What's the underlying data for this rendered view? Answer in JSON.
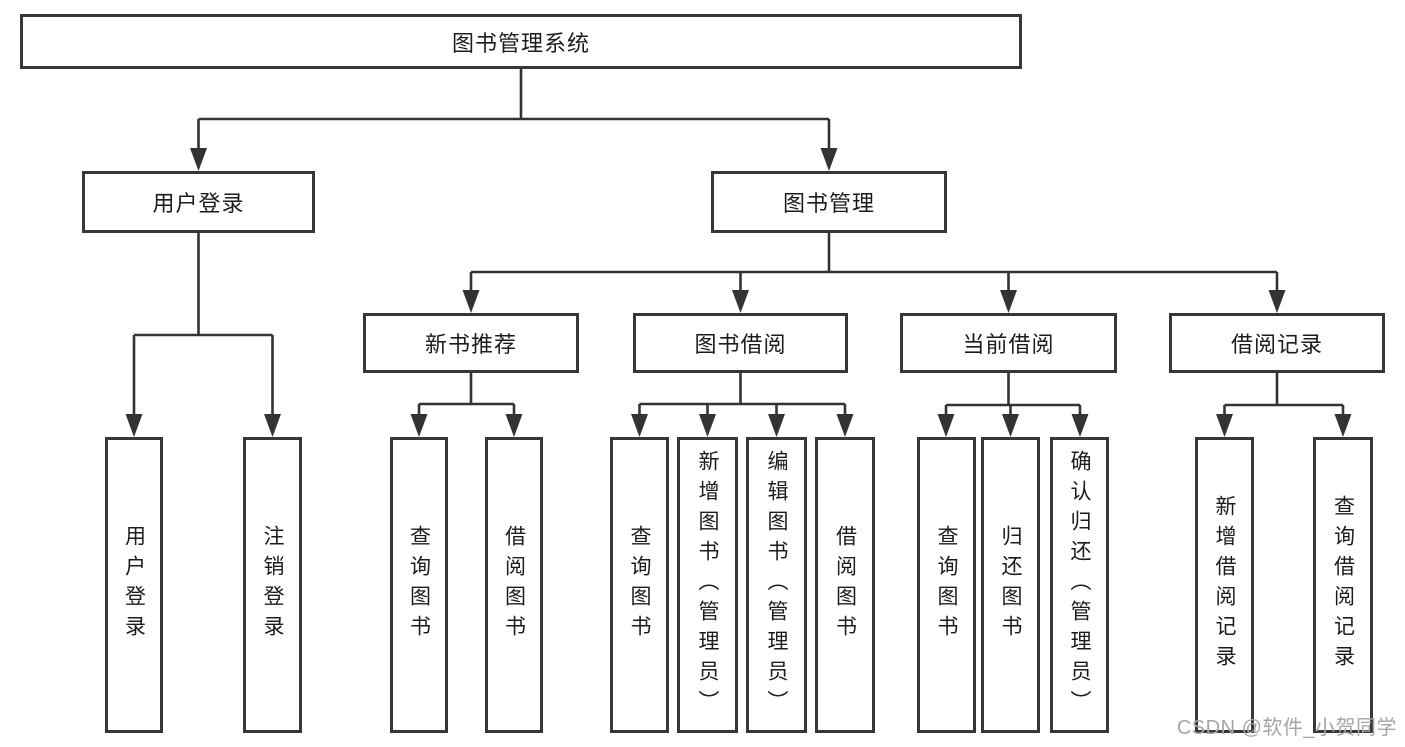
{
  "diagram": {
    "root": {
      "label": "图书管理系统"
    },
    "userLogin": {
      "label": "用户登录",
      "leaves": [
        "用户登录",
        "注销登录"
      ]
    },
    "bookManagement": {
      "label": "图书管理",
      "sections": [
        {
          "label": "新书推荐",
          "leaves": [
            "查询图书",
            "借阅图书"
          ]
        },
        {
          "label": "图书借阅",
          "leaves": [
            "查询图书",
            "新增图书（管理员）",
            "编辑图书（管理员）",
            "借阅图书"
          ]
        },
        {
          "label": "当前借阅",
          "leaves": [
            "查询图书",
            "归还图书",
            "确认归还（管理员）"
          ]
        },
        {
          "label": "借阅记录",
          "leaves": [
            "新增借阅记录",
            "查询借阅记录"
          ]
        }
      ]
    }
  },
  "watermark": {
    "text": "CSDN @软件_小贺同学"
  },
  "colors": {
    "line": "#333333",
    "border": "#373737",
    "text": "#1c1c1c",
    "watermark": "#a6a6a6",
    "background": "#ffffff"
  }
}
